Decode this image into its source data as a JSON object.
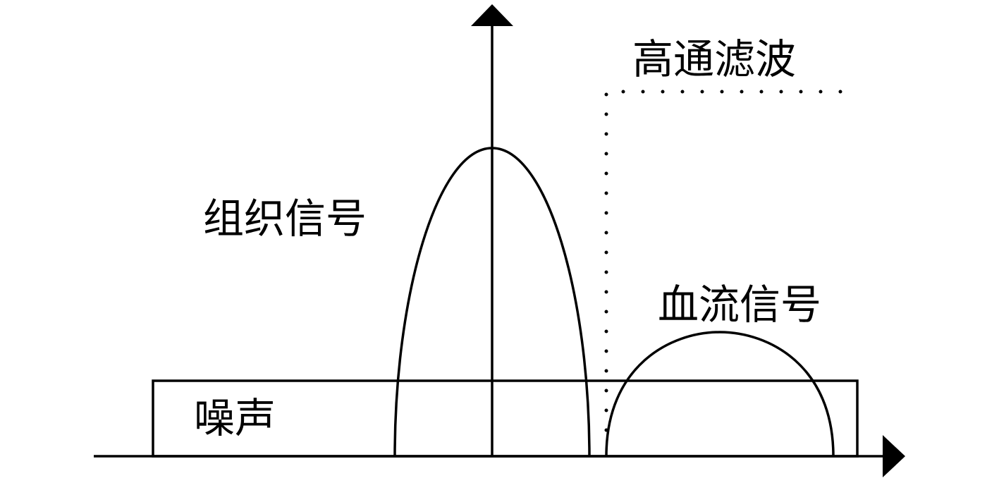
{
  "labels": {
    "high_pass_filter": "高通滤波",
    "tissue_signal": "组织信号",
    "blood_flow_signal": "血流信号",
    "noise": "噪声"
  },
  "colors": {
    "ink": "#000000",
    "background": "#ffffff"
  }
}
